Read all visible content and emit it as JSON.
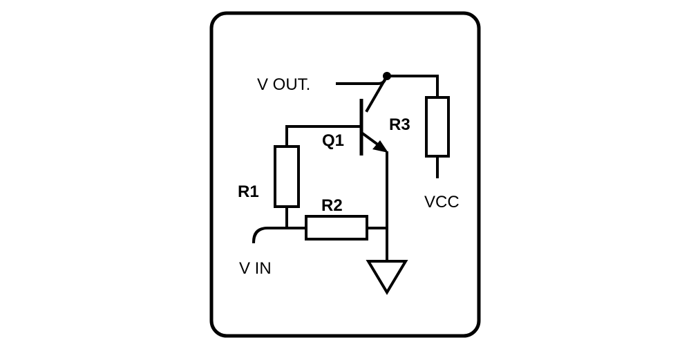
{
  "labels": {
    "vout": "V OUT.",
    "vin": "V IN",
    "vcc": "VCC",
    "q1": "Q1",
    "r1": "R1",
    "r2": "R2",
    "r3": "R3"
  }
}
